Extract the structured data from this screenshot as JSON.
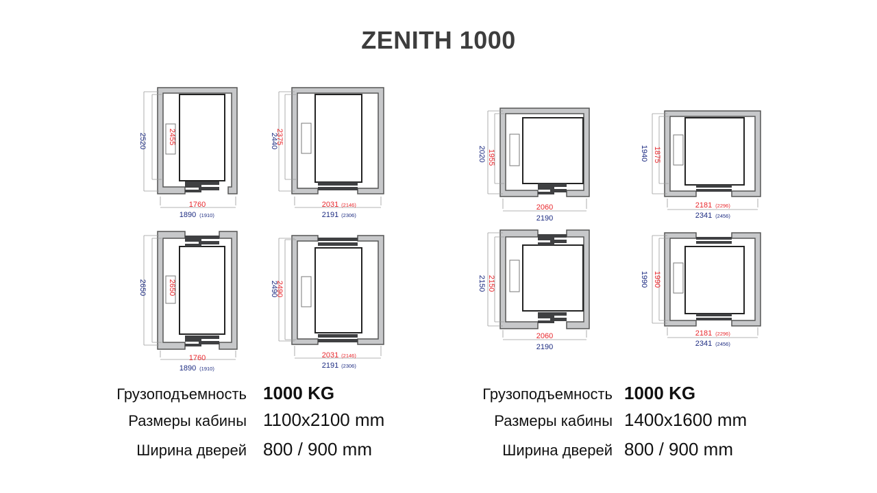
{
  "title": "ZENITH 1000",
  "colors": {
    "red": "#e8262b",
    "blue": "#1b2a80",
    "wall": "#c7c8ca",
    "wall_stroke": "#555555",
    "door": "#3f4042"
  },
  "plans": {
    "p1": {
      "inner_depth": "2455",
      "outer_depth": "2520",
      "inner_width": "1760",
      "outer_width": "1890",
      "outer_width_alt": "(1910)"
    },
    "p2": {
      "inner_depth": "2375",
      "outer_depth": "2440",
      "inner_width": "2031",
      "inner_width_alt": "(2146)",
      "outer_width": "2191",
      "outer_width_alt": "(2306)"
    },
    "p3": {
      "inner_depth": "2650",
      "outer_depth": "2650",
      "inner_width": "1760",
      "outer_width": "1890",
      "outer_width_alt": "(1910)"
    },
    "p4": {
      "inner_depth": "2490",
      "outer_depth": "2490",
      "inner_width": "2031",
      "inner_width_alt": "(2146)",
      "outer_width": "2191",
      "outer_width_alt": "(2306)"
    },
    "p5": {
      "inner_depth": "1955",
      "outer_depth": "2020",
      "inner_width": "2060",
      "outer_width": "2190"
    },
    "p6": {
      "inner_depth": "1875",
      "outer_depth": "1940",
      "inner_width": "2181",
      "inner_width_alt": "(2296)",
      "outer_width": "2341",
      "outer_width_alt": "(2456)"
    },
    "p7": {
      "inner_depth": "2150",
      "outer_depth": "2150",
      "inner_width": "2060",
      "outer_width": "2190"
    },
    "p8": {
      "inner_depth": "1990",
      "outer_depth": "1990",
      "inner_width": "2181",
      "inner_width_alt": "(2296)",
      "outer_width": "2341",
      "outer_width_alt": "(2456)"
    }
  },
  "specs": [
    {
      "capacity_label": "Грузоподъемность",
      "capacity_value": "1000 KG",
      "cabin_label": "Размеры кабины",
      "cabin_value": "1100x2100 mm",
      "door_label": "Ширина дверей",
      "door_value": "800 / 900 mm"
    },
    {
      "capacity_label": "Грузоподъемность",
      "capacity_value": "1000 KG",
      "cabin_label": "Размеры кабины",
      "cabin_value": "1400x1600 mm",
      "door_label": "Ширина дверей",
      "door_value": "800 / 900 mm"
    }
  ]
}
